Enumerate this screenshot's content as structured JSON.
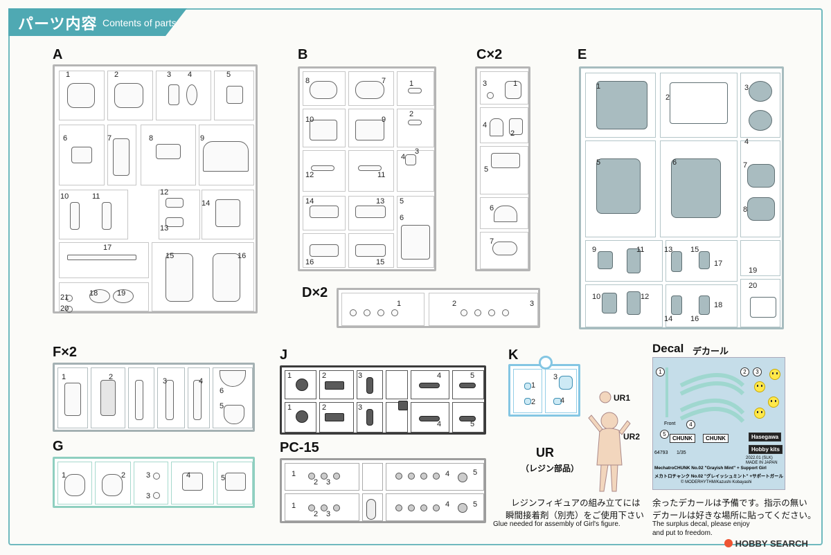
{
  "header": {
    "title_jp": "パーツ内容",
    "title_en": "Contents of parts"
  },
  "sprues": {
    "A": "A",
    "B": "B",
    "C": "C×2",
    "D": "D×2",
    "E": "E",
    "F": "F×2",
    "G": "G",
    "J": "J",
    "K": "K",
    "PC": "PC-15"
  },
  "ur": {
    "label": "UR",
    "sub": "（レジン部品）",
    "ur1": "UR1",
    "ur2": "UR2",
    "note_jp1": "レジンフィギュアの組み立てには",
    "note_jp2": "瞬間接着剤（別売）をご使用下さい",
    "note_en": "Glue needed for assembly of Girl's figure."
  },
  "decal": {
    "title": "Decal",
    "title_jp": "デカール",
    "front": "Front",
    "tag_chunk": "CHUNK",
    "tag_brand": "Hasegawa",
    "tag_hobby": "Hobby kits",
    "code": "64793",
    "scale": "1/35",
    "date": "2022.01 (SLK)",
    "made": "MADE IN JAPAN",
    "name_en": "MechatroCHUNK No.02 \"Grayish Mint\" + Support Girl",
    "name_jp": "メカトロチャンク No.02 \"グレイッシュミント\" +サポートガール",
    "copyright": "© MODERHYTHM/Kazushi Kobayashi",
    "n1": "1",
    "n2": "2",
    "n3": "3",
    "n4": "4",
    "n5": "5"
  },
  "note": {
    "jp1": "余ったデカールは予備です。指示の無い",
    "jp2": "デカールは好きな場所に貼ってください。",
    "en1": "The surplus decal, please enjoy",
    "en2": "and put to freedom."
  },
  "watermark": {
    "brand": "HOBBY",
    "search": "SEARCH"
  },
  "parts": {
    "A": [
      "1",
      "2",
      "3",
      "4",
      "5",
      "6",
      "7",
      "8",
      "9",
      "10",
      "11",
      "12",
      "13",
      "14",
      "17",
      "15",
      "16",
      "18",
      "19",
      "21",
      "20"
    ],
    "B": [
      "8",
      "7",
      "1",
      "10",
      "9",
      "2",
      "3",
      "4",
      "12",
      "11",
      "14",
      "13",
      "5",
      "6",
      "16",
      "15"
    ],
    "C": [
      "3",
      "1",
      "4",
      "2",
      "5",
      "6",
      "7"
    ],
    "D": [
      "1",
      "2",
      "3"
    ],
    "E": [
      "1",
      "2",
      "3",
      "4",
      "5",
      "6",
      "7",
      "8",
      "9",
      "11",
      "13",
      "15",
      "17",
      "19",
      "20",
      "10",
      "12",
      "14",
      "16",
      "18"
    ],
    "F": [
      "1",
      "2",
      "3",
      "4",
      "6",
      "5"
    ],
    "G": [
      "1",
      "2",
      "3",
      "4",
      "5",
      "3"
    ],
    "J": [
      "1",
      "2",
      "3",
      "4",
      "5",
      "1",
      "2",
      "3",
      "4",
      "5"
    ],
    "K": [
      "1",
      "3",
      "2",
      "4"
    ],
    "PC": [
      "1",
      "2",
      "3",
      "4",
      "5",
      "1",
      "2",
      "3",
      "4",
      "5"
    ]
  },
  "colors": {
    "accent": "#4fa9b3",
    "sprue_E": "#a9bcc0",
    "sprue_K": "#84c6e3",
    "sprue_G": "#8fcfc0",
    "decal_bg": "#c5dde9"
  }
}
